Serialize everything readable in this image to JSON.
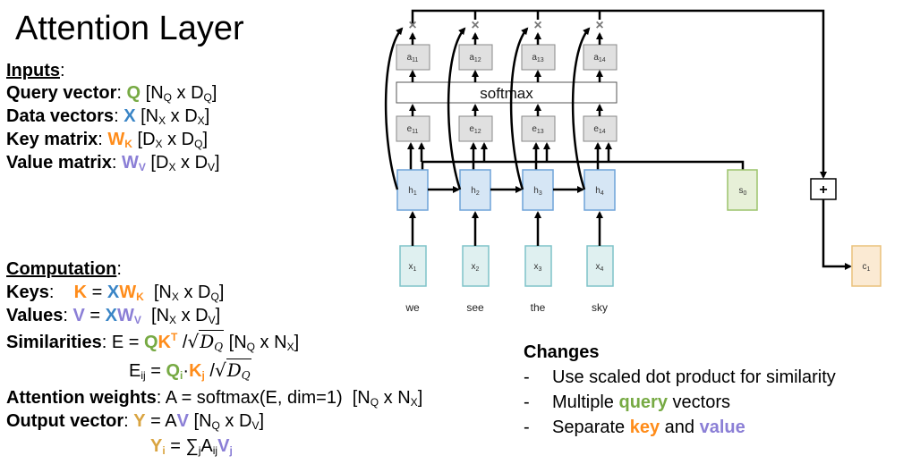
{
  "title": "Attention Layer",
  "inputs": {
    "heading": "Inputs",
    "rows": [
      {
        "label": "Query vector",
        "symbol": "Q",
        "sub": "",
        "dims": [
          "N",
          "Q",
          "D",
          "Q"
        ]
      },
      {
        "label": "Data vectors",
        "symbol": "X",
        "sub": "",
        "dims": [
          "N",
          "X",
          "D",
          "X"
        ]
      },
      {
        "label": "Key matrix",
        "symbol": "W",
        "sub": "K",
        "dims": [
          "D",
          "X",
          "D",
          "Q"
        ]
      },
      {
        "label": "Value matrix",
        "symbol": "W",
        "sub": "V",
        "dims": [
          "D",
          "X",
          "D",
          "V"
        ]
      }
    ]
  },
  "computation": {
    "heading": "Computation",
    "keys_label": "Keys",
    "values_label": "Values",
    "similarities_label": "Similarities",
    "attention_label": "Attention weights",
    "attention_expr": "A = softmax(E, dim=1)",
    "output_label": "Output vector",
    "sqrt_term": "D",
    "sqrt_sub": "Q"
  },
  "colors": {
    "query": "#77aa44",
    "data": "#3a85c6",
    "key": "#ff8c1a",
    "value": "#8b7fd6",
    "output": "#d9a441"
  },
  "diagram": {
    "softmax_label": "softmax",
    "a_nodes": [
      "a11",
      "a12",
      "a13",
      "a14"
    ],
    "e_nodes": [
      "e11",
      "e12",
      "e13",
      "e14"
    ],
    "h_nodes": [
      "h1",
      "h2",
      "h3",
      "h4"
    ],
    "x_nodes": [
      "x1",
      "x2",
      "x3",
      "x4"
    ],
    "words": [
      "we",
      "see",
      "the",
      "sky"
    ],
    "s_node": "s0",
    "c_node": "c1",
    "plus": "+",
    "multiply": "×"
  },
  "changes": {
    "heading": "Changes",
    "items": [
      {
        "parts": [
          {
            "t": "Use scaled dot product for similarity",
            "c": ""
          }
        ]
      },
      {
        "parts": [
          {
            "t": "Multiple ",
            "c": ""
          },
          {
            "t": "query",
            "c": "g"
          },
          {
            "t": " vectors",
            "c": ""
          }
        ]
      },
      {
        "parts": [
          {
            "t": "Separate ",
            "c": ""
          },
          {
            "t": "key",
            "c": "o"
          },
          {
            "t": " and ",
            "c": ""
          },
          {
            "t": "value",
            "c": "p"
          }
        ]
      }
    ]
  }
}
